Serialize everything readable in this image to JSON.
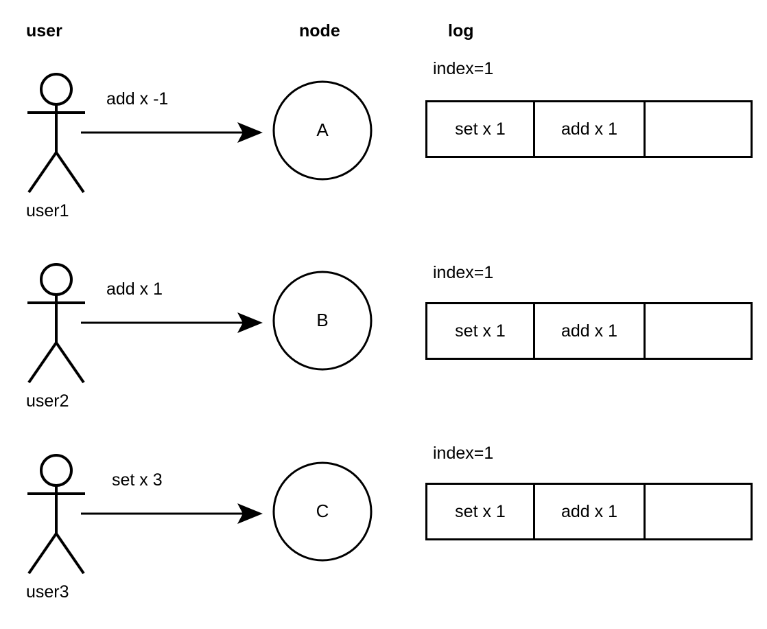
{
  "headers": {
    "user": "user",
    "node": "node",
    "log": "log"
  },
  "rows": [
    {
      "actor_label": "user1",
      "message": "add x -1",
      "node_letter": "A",
      "log": {
        "index_label": "index=1",
        "cells": [
          "set x 1",
          "add x 1",
          ""
        ]
      }
    },
    {
      "actor_label": "user2",
      "message": "add x 1",
      "node_letter": "B",
      "log": {
        "index_label": "index=1",
        "cells": [
          "set x 1",
          "add x 1",
          ""
        ]
      }
    },
    {
      "actor_label": "user3",
      "message": "set x 3",
      "node_letter": "C",
      "log": {
        "index_label": "index=1",
        "cells": [
          "set x 1",
          "add x 1",
          ""
        ]
      }
    }
  ],
  "colors": {
    "stroke": "#000000",
    "background": "#ffffff",
    "text": "#000000"
  },
  "icons": {
    "actor": "stick-figure-icon",
    "node": "circle-node-icon",
    "arrow": "arrow-right-icon"
  }
}
